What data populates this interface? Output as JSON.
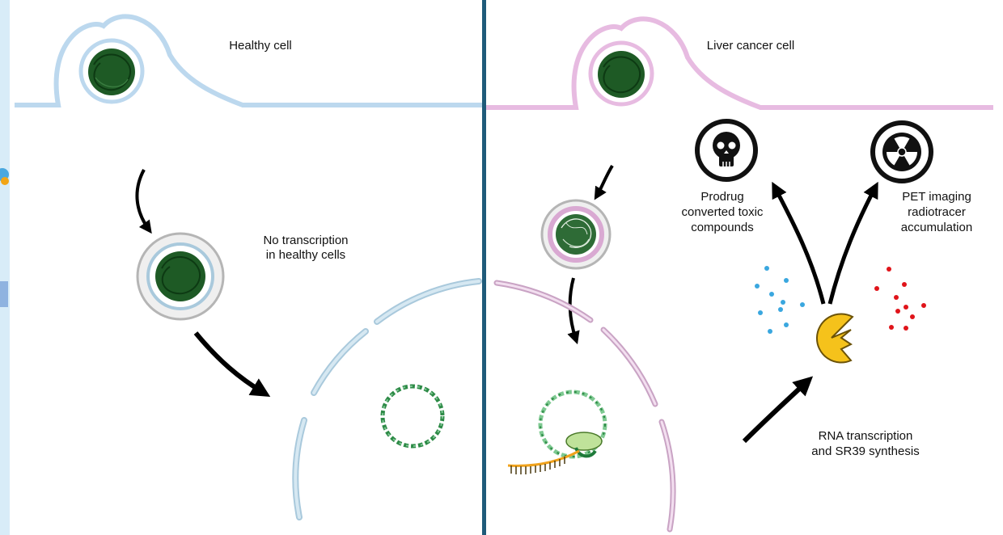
{
  "colors": {
    "divider": "#1f5b7a",
    "healthy_membrane": "#bcd8ee",
    "healthy_nucleus": "#a9c9dc",
    "cancer_membrane": "#e7bbe1",
    "cancer_nucleus": "#c9a3c4",
    "dna_dark": "#1e5a25",
    "plasmid": "#2d8a46",
    "enzyme": "#f5c21b",
    "dot_blue": "#3aa7df",
    "dot_red": "#e0141a",
    "left_strip": "#d8ecf8"
  },
  "left_panel": {
    "title": "Healthy cell",
    "caption_line1": "No transcription",
    "caption_line2": "in healthy cells"
  },
  "right_panel": {
    "title": "Liver cancer cell",
    "toxic_line1": "Prodrug",
    "toxic_line2": "converted toxic",
    "toxic_line3": "compounds",
    "pet_line1": "PET imaging",
    "pet_line2": "radiotracer",
    "pet_line3": "accumulation",
    "rna_line1": "RNA transcription",
    "rna_line2": "and SR39 synthesis"
  },
  "icons": {
    "skull": "skull-icon",
    "radiation": "radiation-icon"
  }
}
